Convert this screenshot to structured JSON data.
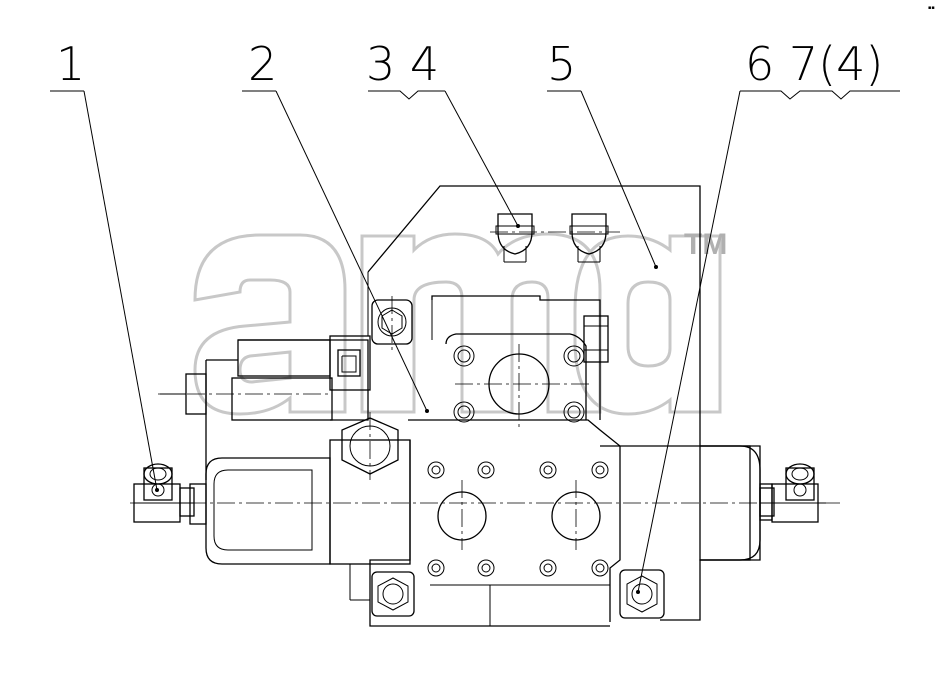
{
  "drawing": {
    "callouts": [
      {
        "id": "c1",
        "label": "1"
      },
      {
        "id": "c2",
        "label": "2"
      },
      {
        "id": "c3",
        "label": "3 4"
      },
      {
        "id": "c5",
        "label": "5"
      },
      {
        "id": "c6",
        "label": "6 7(4)"
      }
    ],
    "watermark": {
      "brand": "amd",
      "trademark": "TM"
    },
    "corner_mark": "▪▪"
  }
}
